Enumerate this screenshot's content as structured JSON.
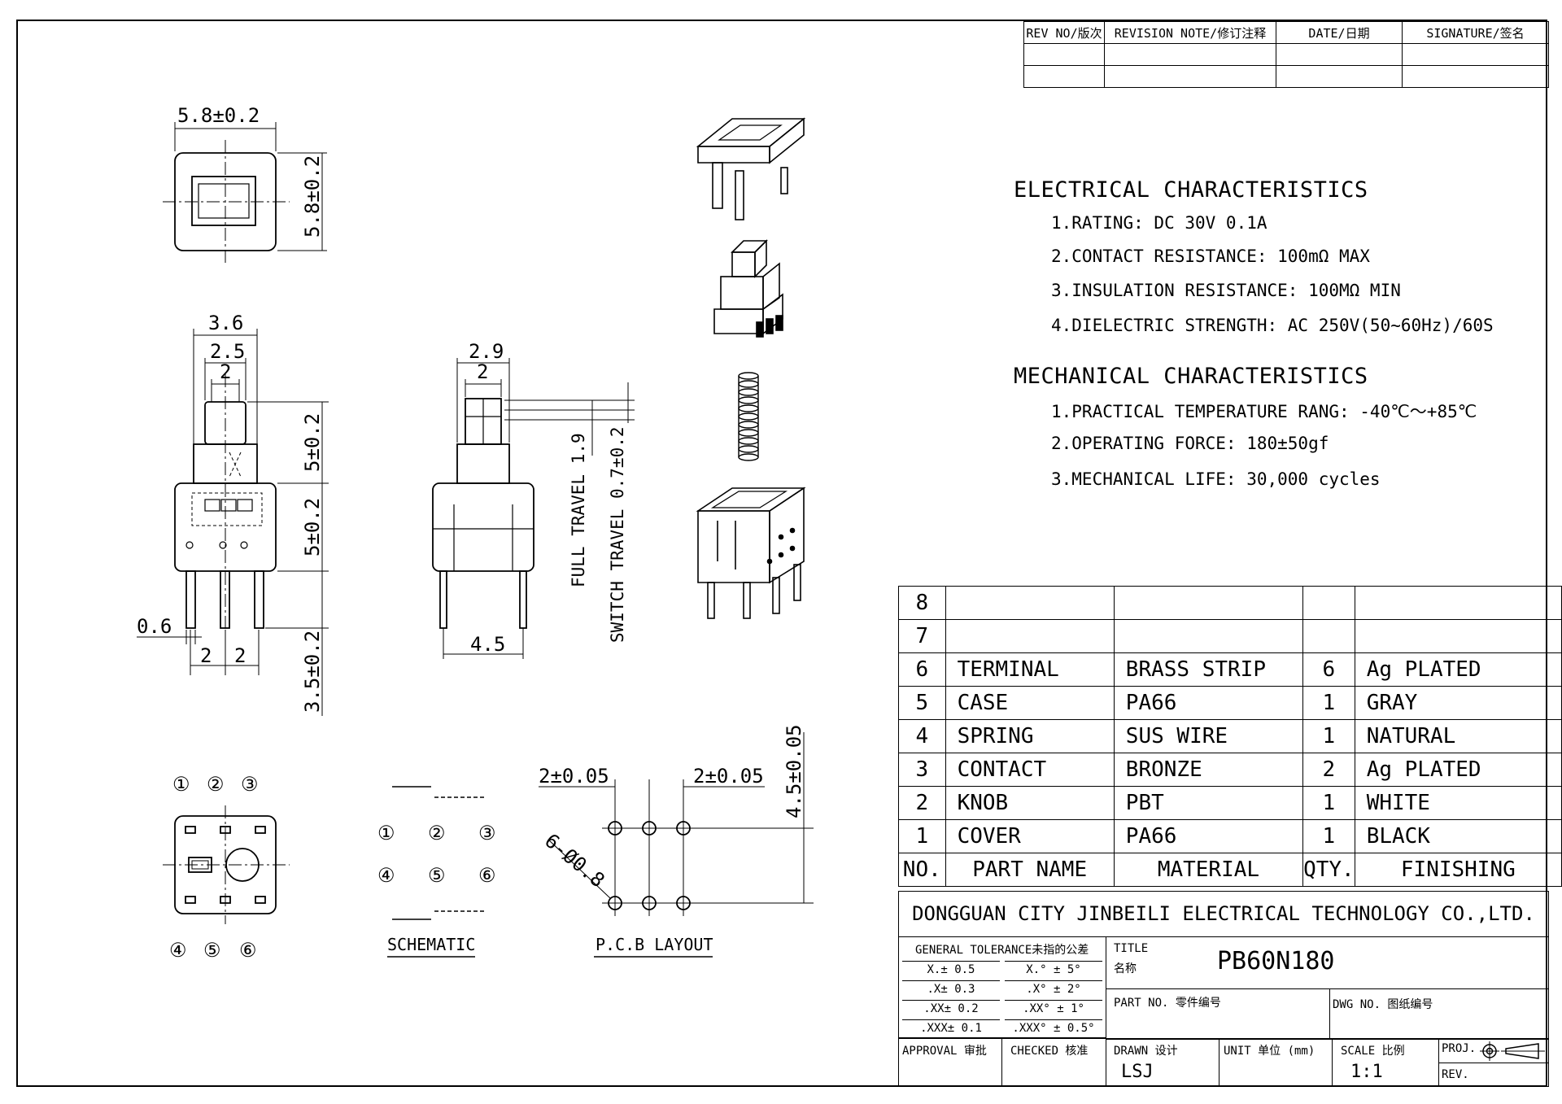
{
  "revision_table": {
    "headers": [
      "REV NO/版次",
      "REVISION NOTE/修订注释",
      "DATE/日期",
      "SIGNATURE/签名"
    ],
    "rows": [
      [
        "",
        "",
        "",
        ""
      ],
      [
        "",
        "",
        "",
        ""
      ]
    ]
  },
  "electrical": {
    "title": "ELECTRICAL CHARACTERISTICS",
    "items": [
      "1.RATING: DC 30V 0.1A",
      "2.CONTACT RESISTANCE: 100mΩ MAX",
      "3.INSULATION RESISTANCE: 100MΩ MIN",
      "4.DIELECTRIC STRENGTH: AC 250V(50~60Hz)/60S"
    ]
  },
  "mechanical": {
    "title": "MECHANICAL CHARACTERISTICS",
    "items": [
      "1.PRACTICAL TEMPERATURE RANG: -40℃～+85℃",
      "2.OPERATING FORCE: 180±50gf",
      "3.MECHANICAL LIFE: 30,000 cycles"
    ]
  },
  "parts_table": {
    "headers": [
      "NO.",
      "PART NAME",
      "MATERIAL",
      "QTY.",
      "FINISHING"
    ],
    "rows": [
      {
        "no": "8",
        "name": "",
        "material": "",
        "qty": "",
        "finishing": ""
      },
      {
        "no": "7",
        "name": "",
        "material": "",
        "qty": "",
        "finishing": ""
      },
      {
        "no": "6",
        "name": "TERMINAL",
        "material": "BRASS STRIP",
        "qty": "6",
        "finishing": "Ag PLATED"
      },
      {
        "no": "5",
        "name": "CASE",
        "material": "PA66",
        "qty": "1",
        "finishing": "GRAY"
      },
      {
        "no": "4",
        "name": "SPRING",
        "material": "SUS WIRE",
        "qty": "1",
        "finishing": "NATURAL"
      },
      {
        "no": "3",
        "name": "CONTACT",
        "material": "BRONZE",
        "qty": "2",
        "finishing": "Ag PLATED"
      },
      {
        "no": "2",
        "name": "KNOB",
        "material": "PBT",
        "qty": "1",
        "finishing": "WHITE"
      },
      {
        "no": "1",
        "name": "COVER",
        "material": "PA66",
        "qty": "1",
        "finishing": "BLACK"
      }
    ]
  },
  "title_block": {
    "company": "DONGGUAN CITY JINBEILI ELECTRICAL TECHNOLOGY CO.,LTD.",
    "tolerance_header": "GENERAL TOLERANCE未指的公差",
    "tolerances": [
      [
        "X.± 0.5",
        "X.° ± 5°"
      ],
      [
        ".X± 0.3",
        ".X° ± 2°"
      ],
      [
        ".XX± 0.2",
        ".XX° ± 1°"
      ],
      [
        ".XXX± 0.1",
        ".XXX° ± 0.5°"
      ]
    ],
    "title_label": "TITLE",
    "title_label_cn": "名称",
    "title_value": "PB60N180",
    "part_no_label": "PART NO. 零件编号",
    "dwg_no_label": "DWG NO. 图纸编号",
    "approval_label": "APPROVAL 审批",
    "checked_label": "CHECKED 核准",
    "drawn_label": "DRAWN 设计",
    "drawn_value": "LSJ",
    "unit_label": "UNIT 单位 (mm)",
    "scale_label": "SCALE 比例",
    "scale_value": "1:1",
    "proj_label": "PROJ.",
    "rev_label": "REV."
  },
  "dimensions": {
    "top_width": "5.8±0.2",
    "top_height": "5.8±0.2",
    "front_w1": "3.6",
    "front_w2": "2.5",
    "front_w3": "2",
    "front_h1": "5±0.2",
    "front_h2": "5±0.2",
    "front_h3": "3.5±0.2",
    "pin_width": "0.6",
    "pin_pitch_1": "2",
    "pin_pitch_2": "2",
    "side_w1": "2.9",
    "side_w2": "2",
    "side_bottom": "4.5",
    "full_travel": "FULL TRAVEL 1.9",
    "switch_travel": "SWITCH TRAVEL 0.7±0.2",
    "pcb_pitch_1": "2±0.05",
    "pcb_pitch_2": "2±0.05",
    "pcb_height": "4.5±0.05",
    "pcb_holes": "6-Ø0.8"
  },
  "pin_labels": {
    "top": [
      "①",
      "②",
      "③"
    ],
    "bottom": [
      "④",
      "⑤",
      "⑥"
    ]
  },
  "captions": {
    "schematic": "SCHEMATIC",
    "pcb": "P.C.B LAYOUT"
  }
}
